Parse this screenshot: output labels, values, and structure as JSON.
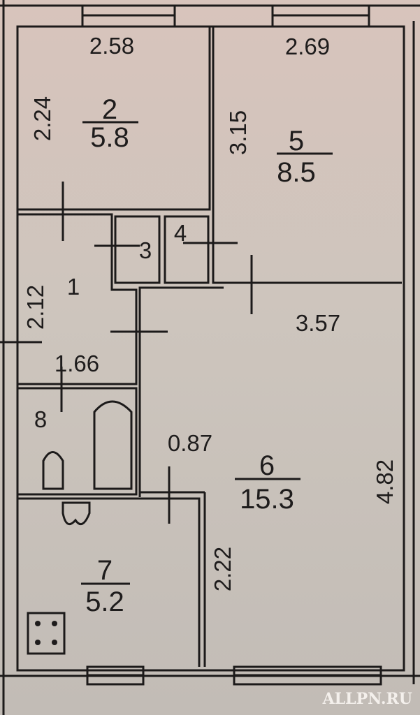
{
  "plan": {
    "rooms": [
      {
        "number": "2",
        "area": "5.8"
      },
      {
        "number": "5",
        "area": "8.5"
      },
      {
        "number": "1"
      },
      {
        "number": "3"
      },
      {
        "number": "4"
      },
      {
        "number": "8"
      },
      {
        "number": "6",
        "area": "15.3"
      },
      {
        "number": "7",
        "area": "5.2"
      }
    ],
    "dimensions": [
      "2.58",
      "2.24",
      "2.69",
      "3.15",
      "2.12",
      "1.66",
      "3.57",
      "0.87",
      "4.82",
      "2.22"
    ],
    "watermark": "ALLPN.RU"
  }
}
